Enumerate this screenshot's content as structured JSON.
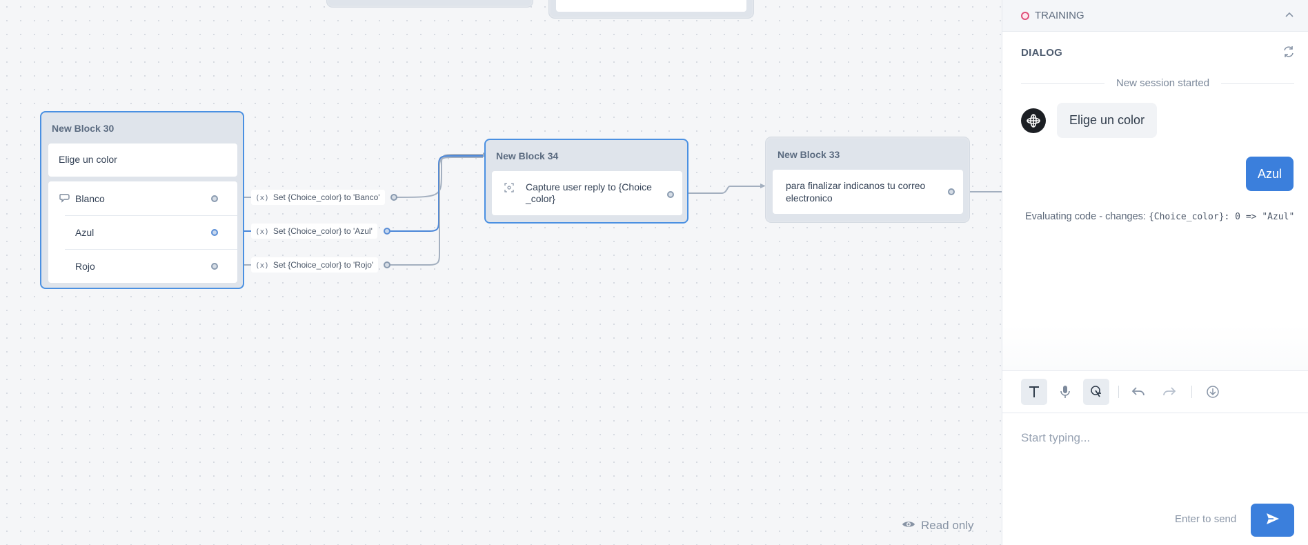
{
  "canvas": {
    "block30": {
      "title": "New Block 30",
      "message": "Elige un color",
      "choices": [
        "Blanco",
        "Azul",
        "Rojo"
      ]
    },
    "edge_labels": {
      "blanco": "Set {Choice_color} to 'Banco'",
      "azul": "Set {Choice_color} to 'Azul'",
      "rojo": "Set {Choice_color} to 'Rojo'"
    },
    "block34": {
      "title": "New Block 34",
      "capture": "Capture user reply to {Choice _color}"
    },
    "block33": {
      "title": "New Block 33",
      "message": "para finalizar indicanos tu correo electronico"
    },
    "read_only": "Read only"
  },
  "panel": {
    "training_label": "TRAINING",
    "dialog_label": "DIALOG",
    "session_started": "New session started",
    "bot_message": "Elige un color",
    "user_message": "Azul",
    "eval_prefix": "Evaluating code - changes:",
    "eval_code": "{Choice_color}: 0 => \"Azul\"",
    "input_placeholder": "Start typing...",
    "enter_hint": "Enter to send"
  },
  "colors": {
    "accent": "#3b7fdc",
    "selected_border": "#4a90e2",
    "training_dot": "#e0507a"
  },
  "icons": [
    "message-icon",
    "variable-icon",
    "capture-icon",
    "eye-icon",
    "chevron-up-icon",
    "refresh-icon",
    "bot-logo-icon",
    "text-mode-icon",
    "microphone-icon",
    "touch-icon",
    "undo-icon",
    "redo-icon",
    "download-icon",
    "send-icon"
  ]
}
